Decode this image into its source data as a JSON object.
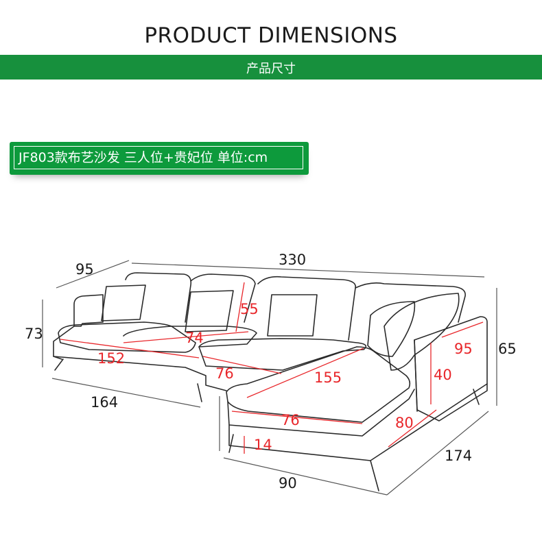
{
  "header": {
    "title": "PRODUCT DIMENSIONS",
    "subtitle_cn": "产品尺寸",
    "accent_color": "#17903d"
  },
  "product": {
    "label": "JF803款布艺沙发 三人位+贵妃位 单位:cm"
  },
  "dimensions": {
    "overall_width": "330",
    "depth": "95",
    "height": "73",
    "seat_width": "152",
    "seat_cushion_width": "74",
    "back_height": "55",
    "base_length": "164",
    "chaise_cushion_width": "76",
    "chaise_length": "155",
    "chaise_seat_width": "76",
    "chaise_seat_depth": "80",
    "arm_height": "40",
    "arm_depth": "95",
    "chaise_height": "65",
    "chaise_total_length": "174",
    "chaise_total_width": "90",
    "leg_height": "14"
  },
  "colors": {
    "outline": "#2a2a2a",
    "dimension_red": "#e8262a",
    "dimension_gray": "#555555"
  }
}
